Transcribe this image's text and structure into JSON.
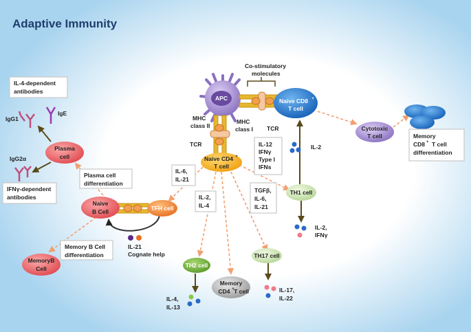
{
  "title": "Adaptive Immunity",
  "labels": {
    "co_stim_1": "Co-stimulatory",
    "co_stim_2": "molecules",
    "apc": "APC",
    "mhc2_1": "MHC",
    "mhc2_2": "class II",
    "mhc1_1": "MHC",
    "mhc1_2": "class I",
    "tcr_left": "TCR",
    "tcr_right": "TCR",
    "naive_cd8_1": "Naive CD8",
    "naive_cd8_2": "T cell",
    "naive_cd4_1": "Naive CD4",
    "naive_cd4_2": "T cell",
    "sup_plus": "+",
    "cytotoxic_1": "Cytotoxic",
    "cytotoxic_2": "T cell",
    "memory_cd8_1": "Memory",
    "memory_cd8_2": "CD8",
    "memory_cd8_3": "T cell",
    "memory_cd8_4": "differentiation",
    "il2_cd8": "IL-2",
    "th1_cyt_1": "IL-12",
    "th1_cyt_2": "IFNγ",
    "th1_cyt_3": "Type I",
    "th1_cyt_4": "IFNs",
    "th1_cell": "TH1 cell",
    "th1_out_1": "IL-2,",
    "th1_out_2": "IFNγ",
    "th17_cyt_1": "TGFβ,",
    "th17_cyt_2": "IL-6,",
    "th17_cyt_3": "IL-21",
    "th17_cell": "TH17 cell",
    "th17_out_1": "IL-17,",
    "th17_out_2": "IL-22",
    "th2_cyt_1": "IL-2,",
    "th2_cyt_2": "IL-4",
    "th2_cell": "TH2 cell",
    "th2_out_1": "IL-4,",
    "th2_out_2": "IL-13",
    "memory_cd4_1": "Memory",
    "memory_cd4_2": "CD4",
    "memory_cd4_3": "T cell",
    "tfh_cyt_1": "IL-6,",
    "tfh_cyt_2": "IL-21",
    "tfh_cell": "TFH cell",
    "naive_b_1": "Naive",
    "naive_b_2": "B Cell",
    "il21_help_1": "IL-21",
    "il21_help_2": "Cognate help",
    "plasma_diff_1": "Plasma cell",
    "plasma_diff_2": "differentiation",
    "plasma_1": "Plasma",
    "plasma_2": "cell",
    "memb_diff_1": "Memory B Cell",
    "memb_diff_2": "differentiation",
    "memb_1": "MemoryB",
    "memb_2": "Cell",
    "il4_dep_1": "IL-4-dependent",
    "il4_dep_2": "antibodies",
    "ifng_dep_1": "IFNγ-dependent",
    "ifng_dep_2": "antibodies",
    "igg1": "IgG1",
    "ige": "IgE",
    "igg2a": "IgG2α"
  }
}
